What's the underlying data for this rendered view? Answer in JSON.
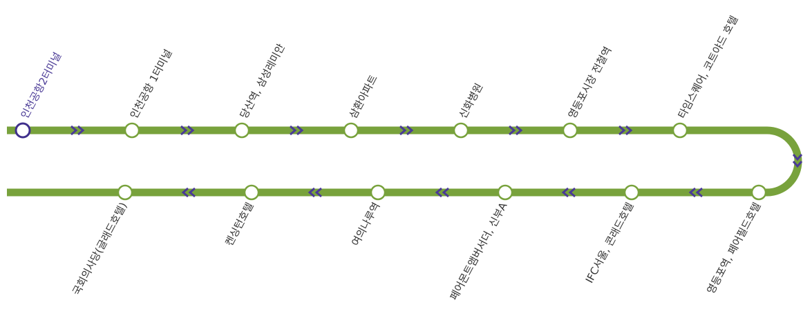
{
  "colors": {
    "line": "#78a23c",
    "stop_fill": "#ffffff",
    "stop_stroke": "#78a23c",
    "current_stop_stroke": "#3f2f8c",
    "arrow": "#4a3a96",
    "label": "#333333",
    "current_label": "#4a3a96"
  },
  "route": {
    "outbound_stops": [
      {
        "name": "인천공항2터미널",
        "current": true
      },
      {
        "name": "인천공항 1터미널",
        "current": false
      },
      {
        "name": "당산역, 삼성레미안",
        "current": false
      },
      {
        "name": "삼환아파트",
        "current": false
      },
      {
        "name": "신화병원",
        "current": false
      },
      {
        "name": "영등포시장 전철역",
        "current": false
      },
      {
        "name": "타임스퀘어, 코트야드 호텔",
        "current": false
      }
    ],
    "return_stops": [
      {
        "name": "영등포역, 페어필드호텔",
        "current": false
      },
      {
        "name": "IFC서울, 콘래드호텔",
        "current": false
      },
      {
        "name": "페어몬트앰버서더, 신부A",
        "current": false
      },
      {
        "name": "여의나루역",
        "current": false
      },
      {
        "name": "켄싱턴호텔",
        "current": false
      },
      {
        "name": "국회의사당(글래드호텔)",
        "current": false
      }
    ],
    "direction_arrow_icon": "double-chevron-icon"
  }
}
